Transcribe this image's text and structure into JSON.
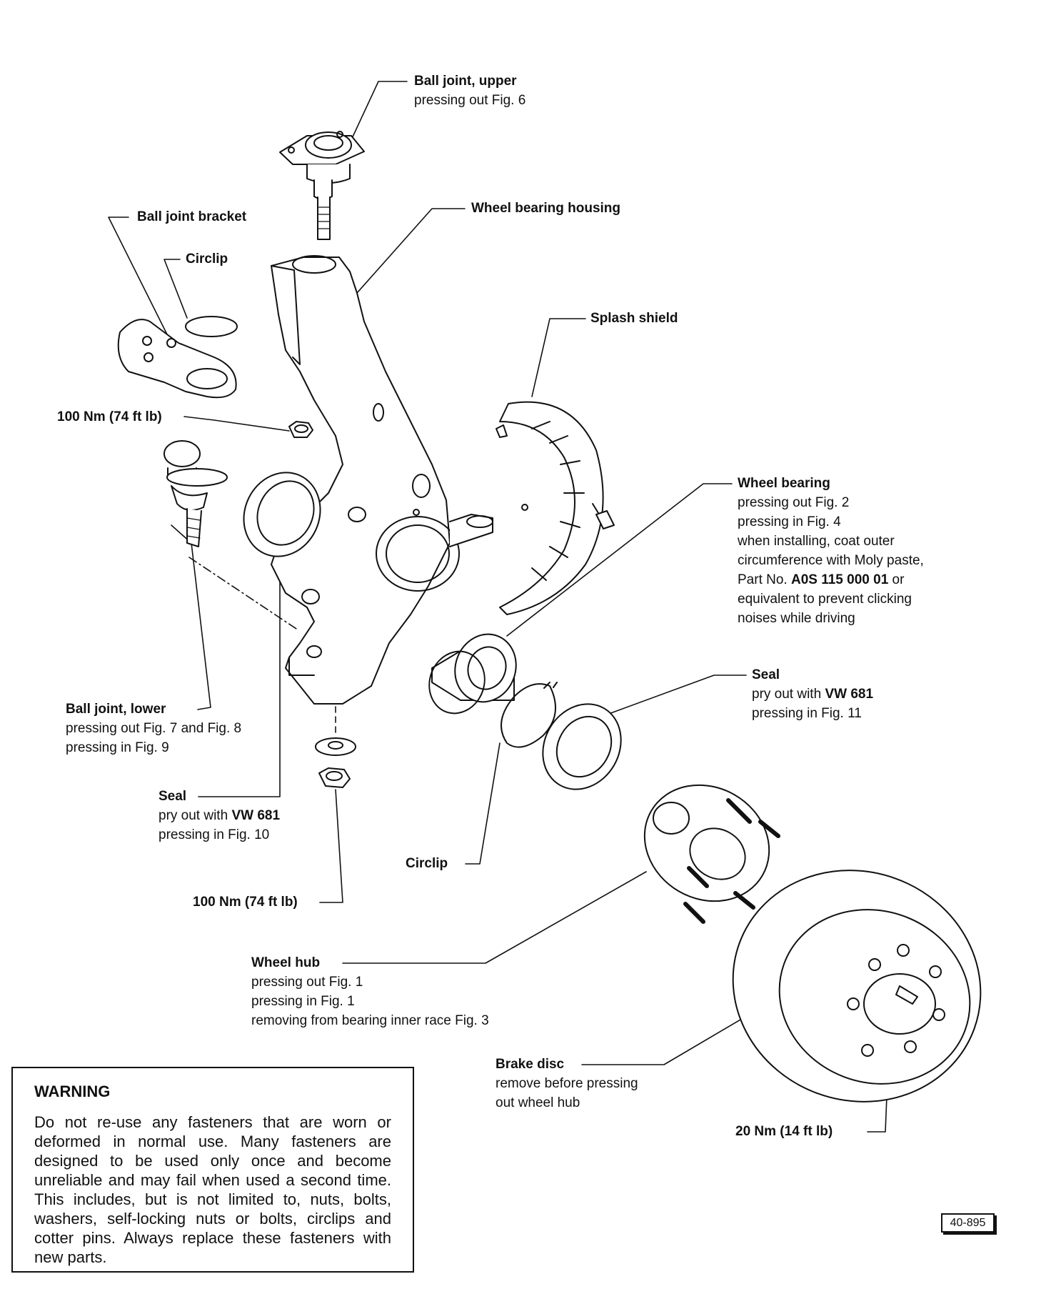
{
  "labels": {
    "ball_joint_upper": {
      "title": "Ball joint, upper",
      "lines": [
        "pressing out Fig. 6"
      ]
    },
    "ball_joint_bracket": {
      "title": "Ball joint bracket"
    },
    "circlip_top": {
      "title": "Circlip"
    },
    "wheel_bearing_housing": {
      "title": "Wheel bearing housing"
    },
    "splash_shield": {
      "title": "Splash shield"
    },
    "torque_upper": {
      "title": "100 Nm (74 ft lb)"
    },
    "wheel_bearing": {
      "title": "Wheel bearing",
      "lines": [
        "pressing out Fig. 2",
        "pressing in Fig. 4",
        "when installing, coat outer",
        "circumference with Moly paste,"
      ],
      "part_prefix": "Part No. ",
      "part_no": "A0S 115 000 01",
      "part_suffix": " or",
      "more_lines": [
        "equivalent to prevent clicking",
        "noises while driving"
      ]
    },
    "seal_right": {
      "title": "Seal",
      "pry_prefix": "pry out with ",
      "tool": "VW 681",
      "lines": [
        "pressing in Fig. 11"
      ]
    },
    "ball_joint_lower": {
      "title": "Ball joint, lower",
      "lines": [
        "pressing out Fig. 7 and Fig. 8",
        "pressing in Fig. 9"
      ]
    },
    "seal_left": {
      "title": "Seal",
      "pry_prefix": "pry out with ",
      "tool": "VW 681",
      "lines": [
        "pressing in Fig. 10"
      ]
    },
    "circlip_bottom": {
      "title": "Circlip"
    },
    "torque_lower": {
      "title": "100 Nm (74 ft lb)"
    },
    "wheel_hub": {
      "title": "Wheel hub",
      "lines": [
        "pressing out Fig. 1",
        "pressing in Fig. 1",
        "removing from bearing inner race Fig. 3"
      ]
    },
    "brake_disc": {
      "title": "Brake disc",
      "lines": [
        "remove before pressing",
        "out wheel hub"
      ]
    },
    "torque_disc": {
      "title": "20 Nm (14 ft lb)"
    }
  },
  "warning": {
    "heading": "WARNING",
    "body": "Do not re-use any fasteners that are worn or deformed in normal use. Many fasteners are designed to be used only once and become unreliable and may fail when used a second time. This includes, but is not limited to, nuts, bolts, washers, self-locking nuts or bolts, circlips and cotter pins. Always replace these fasteners with new parts."
  },
  "figure_number": "40-895"
}
